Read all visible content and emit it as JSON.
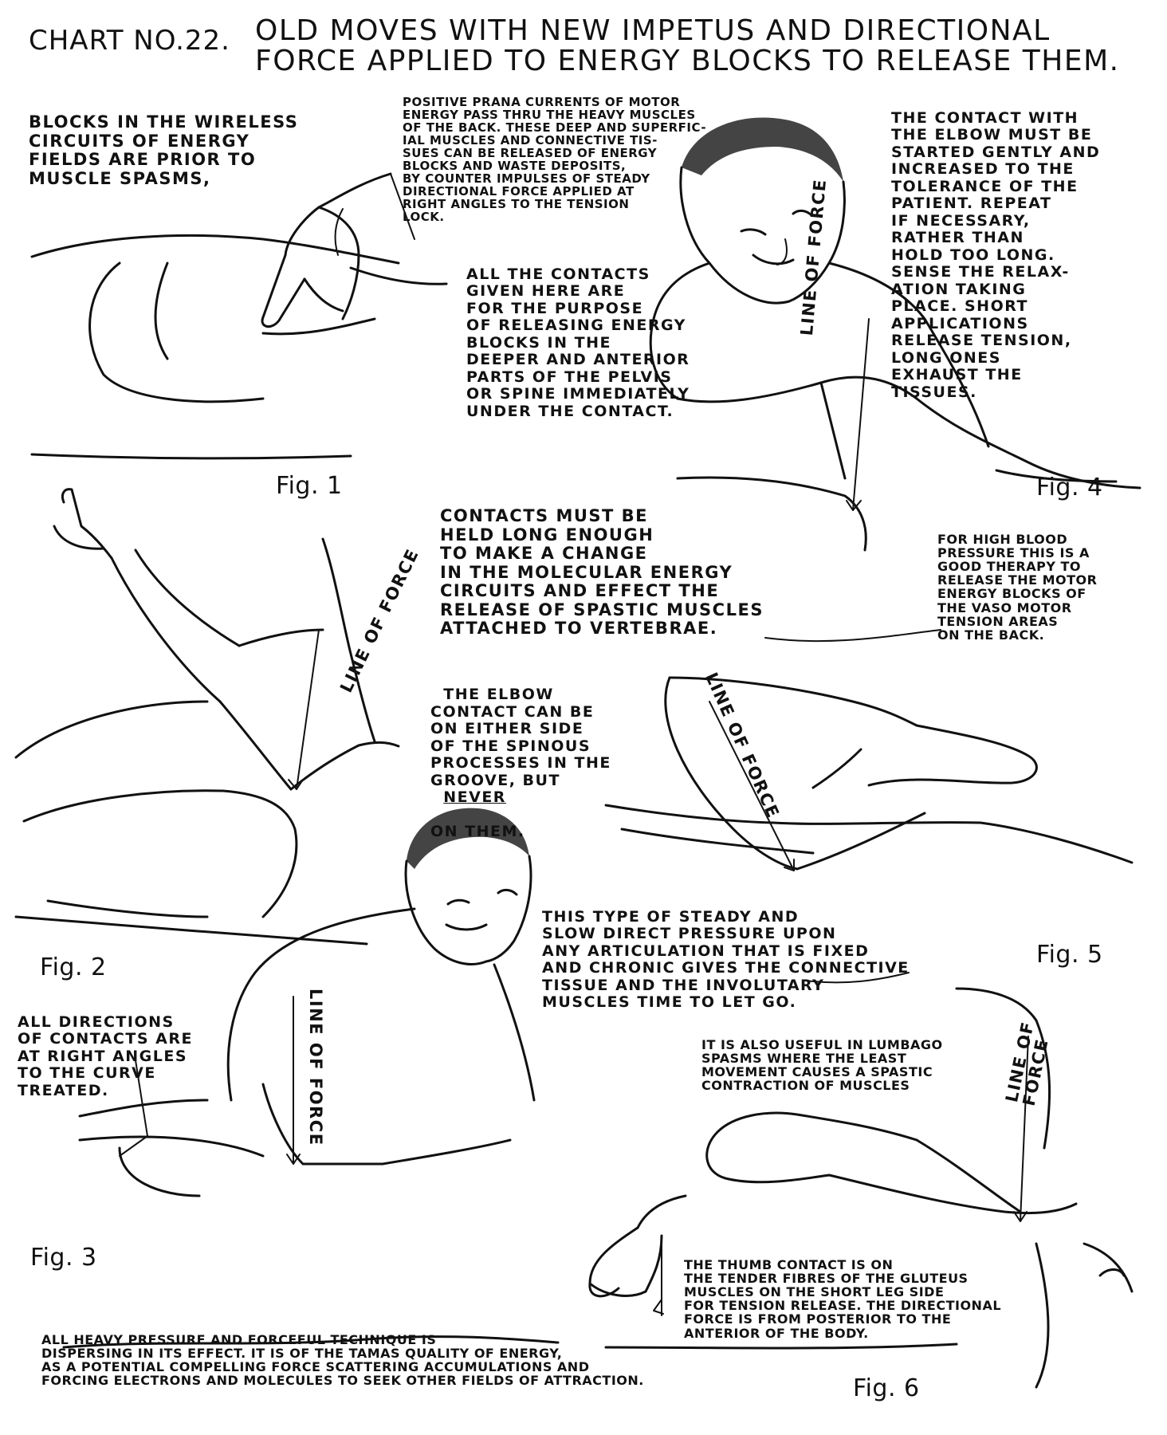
{
  "chart_label": "CHART NO.22.",
  "title": "OLD MOVES WITH NEW IMPETUS AND DIRECTIONAL\nFORCE APPLIED TO ENERGY BLOCKS TO RELEASE THEM.",
  "notes": {
    "blocks_wireless": "BLOCKS IN THE WIRELESS\nCIRCUITS OF ENERGY\nFIELDS ARE PRIOR TO\nMUSCLE SPASMS,",
    "positive_prana": "POSITIVE PRANA CURRENTS OF MOTOR\nENERGY PASS THRU THE HEAVY MUSCLES\nOF THE BACK. THESE DEEP AND SUPERFIC-\nIAL MUSCLES AND CONNECTIVE TIS-\nSUES CAN BE RELEASED OF ENERGY\nBLOCKS AND WASTE DEPOSITS,\nBY COUNTER IMPULSES OF STEADY\nDIRECTIONAL FORCE APPLIED AT\nRIGHT ANGLES TO THE TENSION\nLOCK.",
    "all_contacts": "ALL THE CONTACTS\nGIVEN HERE ARE\nFOR THE PURPOSE\nOF RELEASING ENERGY\nBLOCKS IN THE\nDEEPER AND ANTERIOR\nPARTS OF THE PELVIS\nOR SPINE IMMEDIATELY\nUNDER THE CONTACT.",
    "contact_elbow": "THE CONTACT WITH\nTHE ELBOW MUST BE\nSTARTED GENTLY AND\nINCREASED TO THE\nTOLERANCE OF THE\nPATIENT. REPEAT\nIF NECESSARY,\nRATHER THAN\nHOLD TOO LONG.\nSENSE THE RELAX-\nATION TAKING\nPLACE. SHORT\nAPPLICATIONS\nRELEASE TENSION,\nLONG ONES\nEXHAUST THE\nTISSUES.",
    "contacts_held": "CONTACTS MUST BE\nHELD LONG ENOUGH\nTO MAKE A CHANGE\nIN THE MOLECULAR ENERGY\nCIRCUITS AND EFFECT THE\nRELEASE OF SPASTIC MUSCLES\nATTACHED TO VERTEBRAE.",
    "high_blood": "FOR HIGH BLOOD\nPRESSURE THIS IS A\nGOOD THERAPY TO\nRELEASE THE MOTOR\nENERGY BLOCKS OF\nTHE VASO MOTOR\nTENSION AREAS\nON THE BACK.",
    "elbow_contact_side": "THE ELBOW\nCONTACT CAN BE\nON EITHER SIDE\nOF THE SPINOUS\nPROCESSES IN THE\nGROOVE, BUT",
    "never_word": "NEVER",
    "on_them": "ON THEM.",
    "steady_slow": "THIS TYPE OF STEADY AND\nSLOW DIRECT PRESSURE UPON\nANY ARTICULATION THAT IS FIXED\nAND CHRONIC GIVES THE CONNECTIVE\nTISSUE AND THE INVOLUTARY\nMUSCLES TIME TO LET GO.",
    "all_directions": "ALL DIRECTIONS\nOF CONTACTS ARE\nAT RIGHT ANGLES\nTO THE CURVE\nTREATED.",
    "lumbago": "IT IS ALSO USEFUL IN LUMBAGO\nSPASMS WHERE THE LEAST\nMOVEMENT CAUSES A SPASTIC\nCONTRACTION OF MUSCLES",
    "thumb_contact": "THE THUMB CONTACT IS ON\nTHE TENDER FIBRES OF THE GLUTEUS\nMUSCLES ON THE SHORT LEG SIDE\nFOR TENSION RELEASE. THE DIRECTIONAL\nFORCE IS FROM POSTERIOR TO THE\nANTERIOR OF THE BODY.",
    "heavy_pressure": "ALL HEAVY PRESSURE AND FORCEFUL TECHNIQUE IS\nDISPERSING IN ITS EFFECT. IT IS OF THE TAMAS QUALITY OF ENERGY,\nAS A POTENTIAL COMPELLING FORCE SCATTERING ACCUMULATIONS AND\nFORCING ELECTRONS AND MOLECULES TO SEEK OTHER FIELDS OF ATTRACTION."
  },
  "figures": {
    "fig1": "Fig. 1",
    "fig2": "Fig. 2",
    "fig3": "Fig. 3",
    "fig4": "Fig. 4",
    "fig5": "Fig. 5",
    "fig6": "Fig. 6"
  },
  "line_of_force": "LINE OF FORCE",
  "line_of_force_stacked": "LINE OF\nFORCE"
}
